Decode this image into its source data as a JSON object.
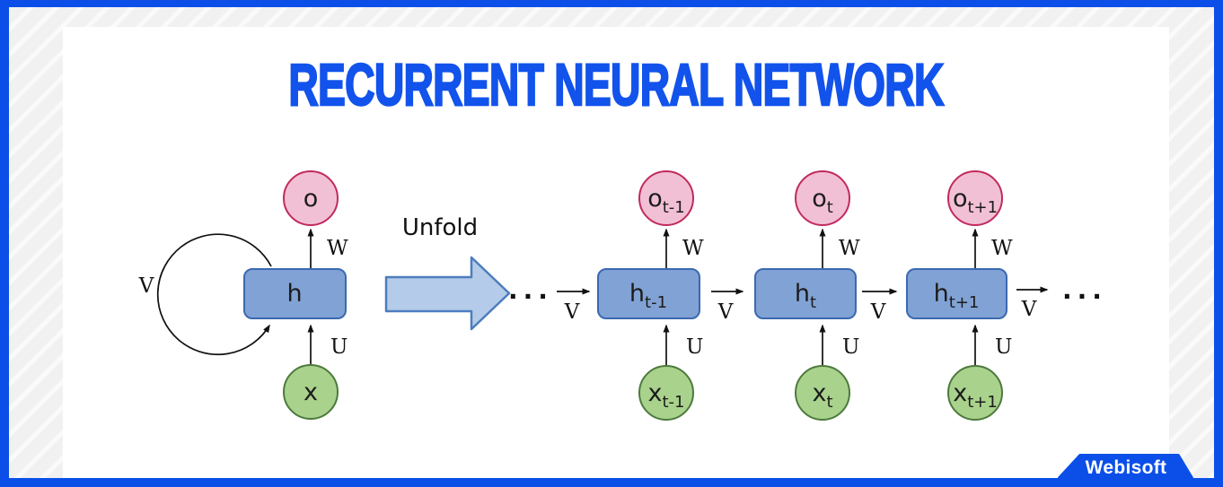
{
  "title": "RECURRENT NEURAL NETWORK",
  "brand": {
    "name": "Webisoft"
  },
  "colors": {
    "frame_blue": "#0b4fe8",
    "title_blue": "#1253ec",
    "output_fill": "#f2c0d4",
    "output_stroke": "#c12a5c",
    "hidden_fill": "#81a2d4",
    "hidden_stroke": "#3b69b1",
    "input_fill": "#a9d28d",
    "input_stroke": "#4d7a3d",
    "unfold_arrow_fill": "#b4cce9",
    "unfold_arrow_stroke": "#4e7dbd"
  },
  "diagram": {
    "unfold_label": "Unfold",
    "ellipsis_left": "...",
    "ellipsis_right": "...",
    "v_label_pre": "V",
    "folded": {
      "output": {
        "base": "o",
        "sub": ""
      },
      "hidden": {
        "base": "h",
        "sub": ""
      },
      "input": {
        "base": "x",
        "sub": ""
      },
      "w_label": "W",
      "u_label": "U",
      "v_label": "V"
    },
    "columns": [
      {
        "output": {
          "base": "o",
          "sub": "t-1"
        },
        "hidden": {
          "base": "h",
          "sub": "t-1"
        },
        "input": {
          "base": "x",
          "sub": "t-1"
        },
        "w_label": "W",
        "u_label": "U",
        "v_label": "V"
      },
      {
        "output": {
          "base": "o",
          "sub": "t"
        },
        "hidden": {
          "base": "h",
          "sub": "t"
        },
        "input": {
          "base": "x",
          "sub": "t"
        },
        "w_label": "W",
        "u_label": "U",
        "v_label": "V"
      },
      {
        "output": {
          "base": "o",
          "sub": "t+1"
        },
        "hidden": {
          "base": "h",
          "sub": "t+1"
        },
        "input": {
          "base": "x",
          "sub": "t+1"
        },
        "w_label": "W",
        "u_label": "U",
        "v_label": "V"
      }
    ]
  }
}
